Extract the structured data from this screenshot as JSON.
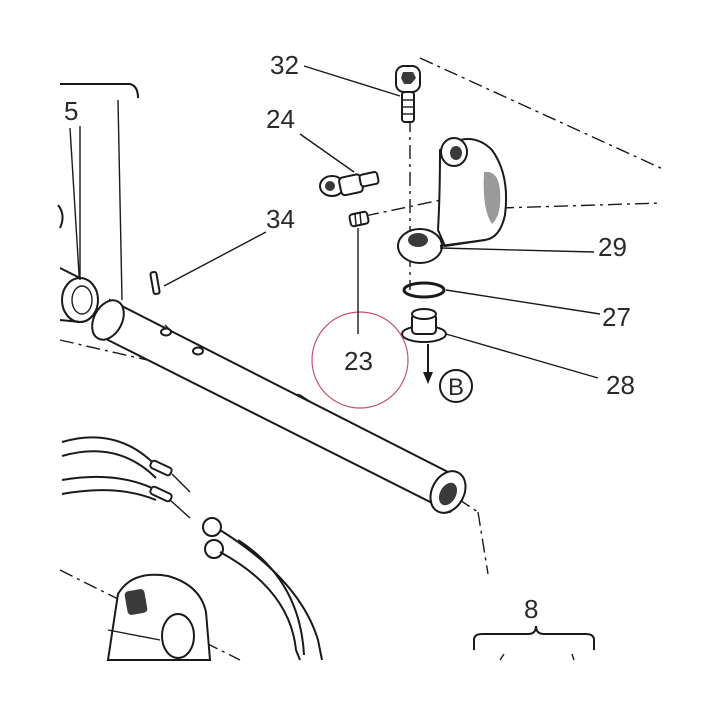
{
  "labels": {
    "p32": "32",
    "p24": "24",
    "p34": "34",
    "p23": "23",
    "p29": "29",
    "p27": "27",
    "p28": "28",
    "p5": "5",
    "p8": "8",
    "pB": "B"
  },
  "colors": {
    "line": "#1a1a1a",
    "text": "#2a2a2a",
    "highlight_circle": "#c0566a"
  }
}
